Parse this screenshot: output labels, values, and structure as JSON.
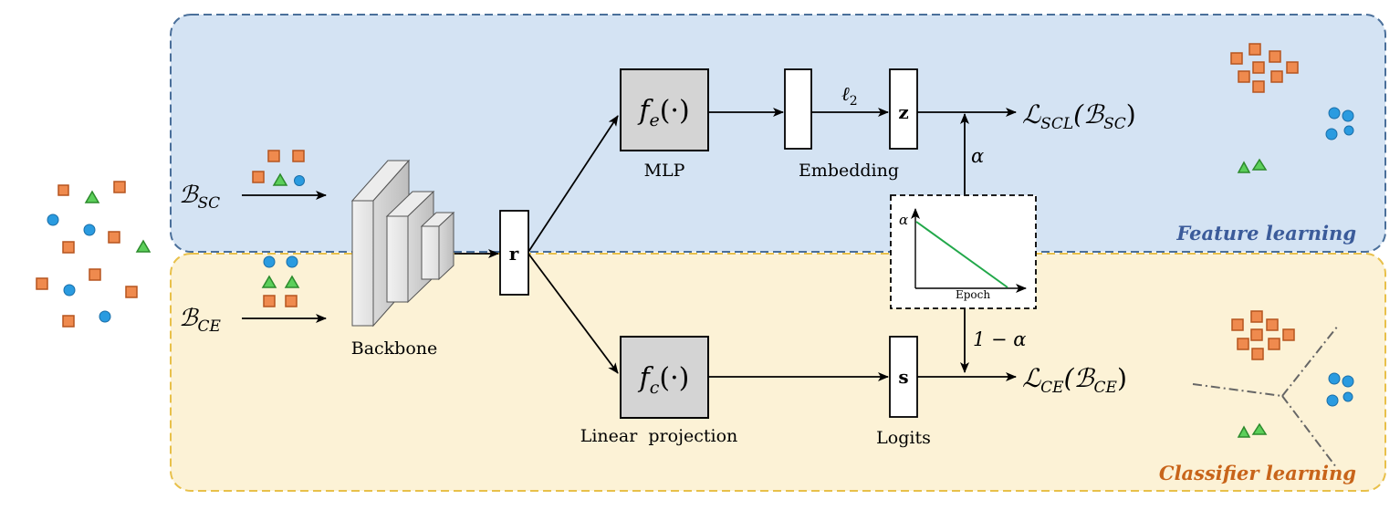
{
  "regions": {
    "feature": {
      "label": "Feature learning",
      "fill": "#d4e3f3",
      "stroke": "#4a6f9a",
      "label_color": "#3b5b9a"
    },
    "classifier": {
      "label": "Classifier learning",
      "fill": "#fcf2d6",
      "stroke": "#e8c04a",
      "label_color": "#c8641a"
    }
  },
  "inputs": {
    "b_sc": "ℬ",
    "b_sc_sub": "SC",
    "b_ce": "ℬ",
    "b_ce_sub": "CE"
  },
  "nodes": {
    "backbone_label": "Backbone",
    "r": "r",
    "mlp_fn": "f",
    "mlp_sub": "e",
    "mlp_args": "(·)",
    "mlp_label": "MLP",
    "embedding_label": "Embedding",
    "l2": "ℓ",
    "l2_sub": "2",
    "z": "z",
    "linear_fn": "f",
    "linear_sub": "c",
    "linear_args": "(·)",
    "linear_label": "Linear  projection",
    "s": "s",
    "logits_label": "Logits"
  },
  "losses": {
    "scl": "ℒ",
    "scl_sub": "SCL",
    "scl_arg": "(ℬ",
    "scl_arg_sub": "SC",
    "scl_close": ")",
    "ce": "ℒ",
    "ce_sub": "CE",
    "ce_arg": "(ℬ",
    "ce_arg_sub": "CE",
    "ce_close": ")"
  },
  "weights": {
    "alpha": "α",
    "one_minus_alpha": "1 − α"
  },
  "schedule_plot": {
    "y_label": "α",
    "x_label": "Epoch",
    "line_color": "#22a84a"
  },
  "colors": {
    "square": "#ef8a4e",
    "square_edge": "#b5541f",
    "circle": "#2a9be0",
    "circle_edge": "#1a6ea8",
    "triangle": "#5ccf5a",
    "triangle_edge": "#2c8a2c"
  }
}
